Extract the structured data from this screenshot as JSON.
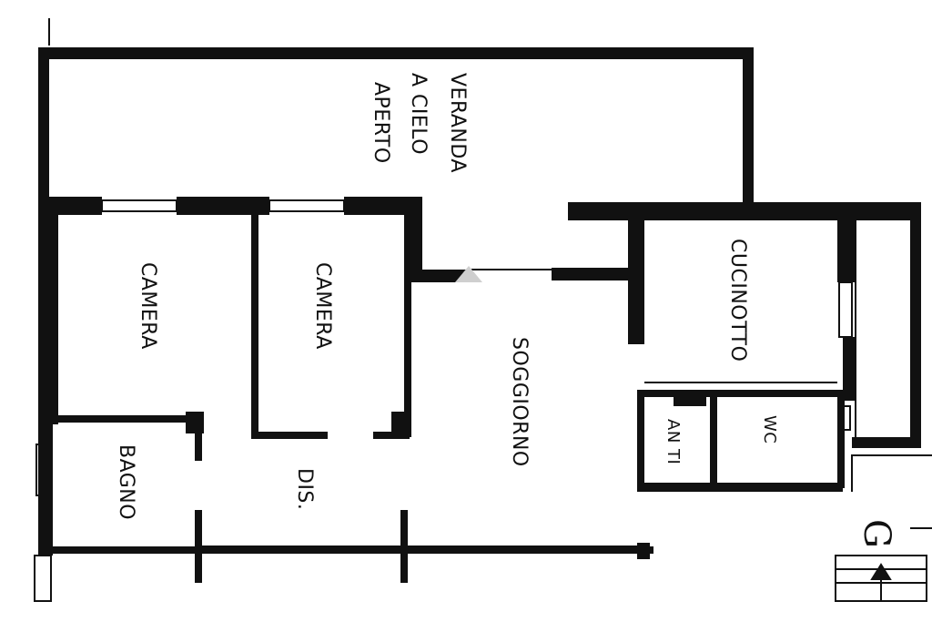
{
  "rooms": {
    "veranda": [
      "VERANDA",
      "A CIELO",
      "APERTO"
    ],
    "camera_left": "CAMERA",
    "camera_right": "CAMERA",
    "soggiorno": "SOGGIORNO",
    "cucinotto": "CUCINOTTO",
    "bagno": "BAGNO",
    "disimpegno": "DIS.",
    "wc": "WC",
    "antibagno": "AN TI"
  },
  "stair_mark": "G",
  "colors": {
    "wall": "#111111",
    "background": "#ffffff",
    "watermark": "#cfcfcf"
  }
}
